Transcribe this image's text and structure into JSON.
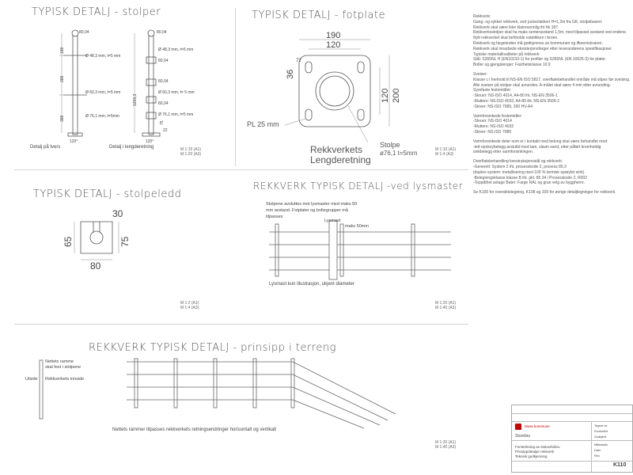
{
  "sections": {
    "stolper": {
      "title": "TYPISK DETALJ - stolper",
      "caption_left": "Detalj på tvers",
      "caption_right": "Detalj i lengderetning",
      "scale": [
        "M 1:10 (A1)",
        "M 1:20 (A3)"
      ],
      "dims_left": [
        "80,04",
        "Ø 48,3 mm, t=5 mm",
        "Ø 60,3 mm, t=5 mm",
        "Ø 76,1 mm, t=5mm",
        "120°",
        "188",
        "388",
        "388"
      ],
      "dims_right": [
        "80,04",
        "Ø 48,3 mm, t=5 mm",
        "80,04",
        "80,04",
        "Ø 60,3 mm, t= 5 mm",
        "80,04",
        "Ø 76,1 mm, t=5 mm",
        "120°",
        "1209,3",
        "75",
        "22"
      ]
    },
    "fotplate": {
      "title": "TYPISK DETALJ - fotplate",
      "dims": [
        "190",
        "120",
        "72",
        "36",
        "120",
        "200"
      ],
      "label_plate": "PL 25 mm",
      "label_post": "Stolpe",
      "label_post_dim": "ø76,1 t=5mm",
      "label_direction": [
        "Rekkverkets",
        "Lengderetning"
      ],
      "scale": [
        "M 1:10 (A1)",
        "M 1:4 (A3)"
      ]
    },
    "stolpeledd": {
      "title": "TYPISK DETALJ - stolpeledd",
      "dims": [
        "30",
        "65",
        "75",
        "80"
      ],
      "scale": [
        "M 1:2 (A1)",
        "M 1:4 (A3)"
      ]
    },
    "lysmaster": {
      "title": "REKKVERK TYPISK DETALJ -ved lysmaster",
      "note": [
        "Stolpene avsluttes mot lysmaster med maks 50",
        "mm avstand. Fotplater og boltegrupper må",
        "tilpasses"
      ],
      "label_mast": "Lysmast",
      "label_maks": "maks 50mm",
      "caption": "Lysmast kun illustrasjon, ukjent diameter",
      "scale": [
        "M 1:20 (A1)",
        "M 1:40 (A3)"
      ]
    },
    "terreng": {
      "title": "REKKVERK TYPISK DETALJ - prinsipp i terreng",
      "labels": [
        "Nettets ramme",
        "skal fest i stolpene",
        "Utside",
        "Rekkverkets innside"
      ],
      "caption": "Nettets rammer tilpasses rekkverkets retningsendringer horisontalt og vertikalt",
      "scale": [
        "M 1:20 (A1)",
        "M 1:40 (A3)"
      ]
    }
  },
  "notes": [
    "Rekkverk:",
    "Gang- og sykkel rekkverk, sort pulverlakkert H=1,2m fra GK, stolpebasert.",
    "Rekkverk skal være ikke klatrevennlig iht hb 187.",
    "Rekkverksstolper skal ha maks senteravstand 1,5m, med tilpasset avstand ved endene.",
    "Nytt rekkverket skal behholde estetikken i broen.",
    "Rekkverk og fargekoden må godkjennes av kommunen og ifkeeniskvaren.",
    "Rekkverk skal innarbede eksisterjonsfarger etter leverandørens spesifikasjoner.",
    "Typiske materialkvaliteter på rekkverk:",
    "Stål: S355NL H (EN10210-1) for profiler og S355NL (EN 10025-3) for plater.",
    "Bolter og gjengstenger: Fasthetsklasse 10.9",
    "",
    "Sveiser:",
    "Klasse c i henhold til NS-EN ISO 5817, overflatebehandlet område må slipes før sveising.",
    "Alle sveiser på stolper skal avrundes. A-målet skal være 4 mm etter avrunding.",
    "Syrefaste festemidler:",
    "-Skruer: NS-ISO 4014, A4-80 iht. NS-EN 3506-1",
    "-Muttere: NS-ISO 4032, A4-80 iht. NS-EN 3506-2",
    "-Skiver: NS-ISO 7089, 200 HV-A4",
    "",
    "Varmforsinkede festemidler:",
    "-Skruer: NS-ISO 4014",
    "-Muttere: NS-ISO 4032",
    "-Skiver: NS-ISO 7089",
    "",
    "Varmforsinkede deler som er i kontakt med belong skal være behandlet med:",
    "-tett epoksybelegg avsluttd med tam, slavin sand, etter påført kromhoIdig",
    "sinkbelegg etter varmforsinkingen.",
    "",
    "Overflatebehandling konstruksjonsstål og rekkverk:",
    "-Generelt: System 2 iht. prosesskode 2, prosess 85.3",
    "(duplex-system: metallisering med 100 % termisk sprøytet sink).",
    "-Belegningsklasse klasse B iht. pkt. 85.34 i Prosesskode 2, R002",
    "-Toppdthet avtage Bater: Farge RAL og gran velg av byggherre.",
    "",
    "Se K100 for oversiktstegning, K108 og 109 for øvrige detaljtegninger for rekkverk."
  ],
  "title_block": {
    "org": "Moss kommune",
    "project": "Storebru",
    "desc": [
      "Forsterkning av stolverksbru",
      "Prinsippdetaljer rekkverk",
      "Teknisk godkjenning"
    ],
    "drawing_no": "K110",
    "fields": [
      "Tegnet av",
      "Kontrollert",
      "Godkjent",
      "Målestokk",
      "Dato",
      "Rev."
    ]
  }
}
